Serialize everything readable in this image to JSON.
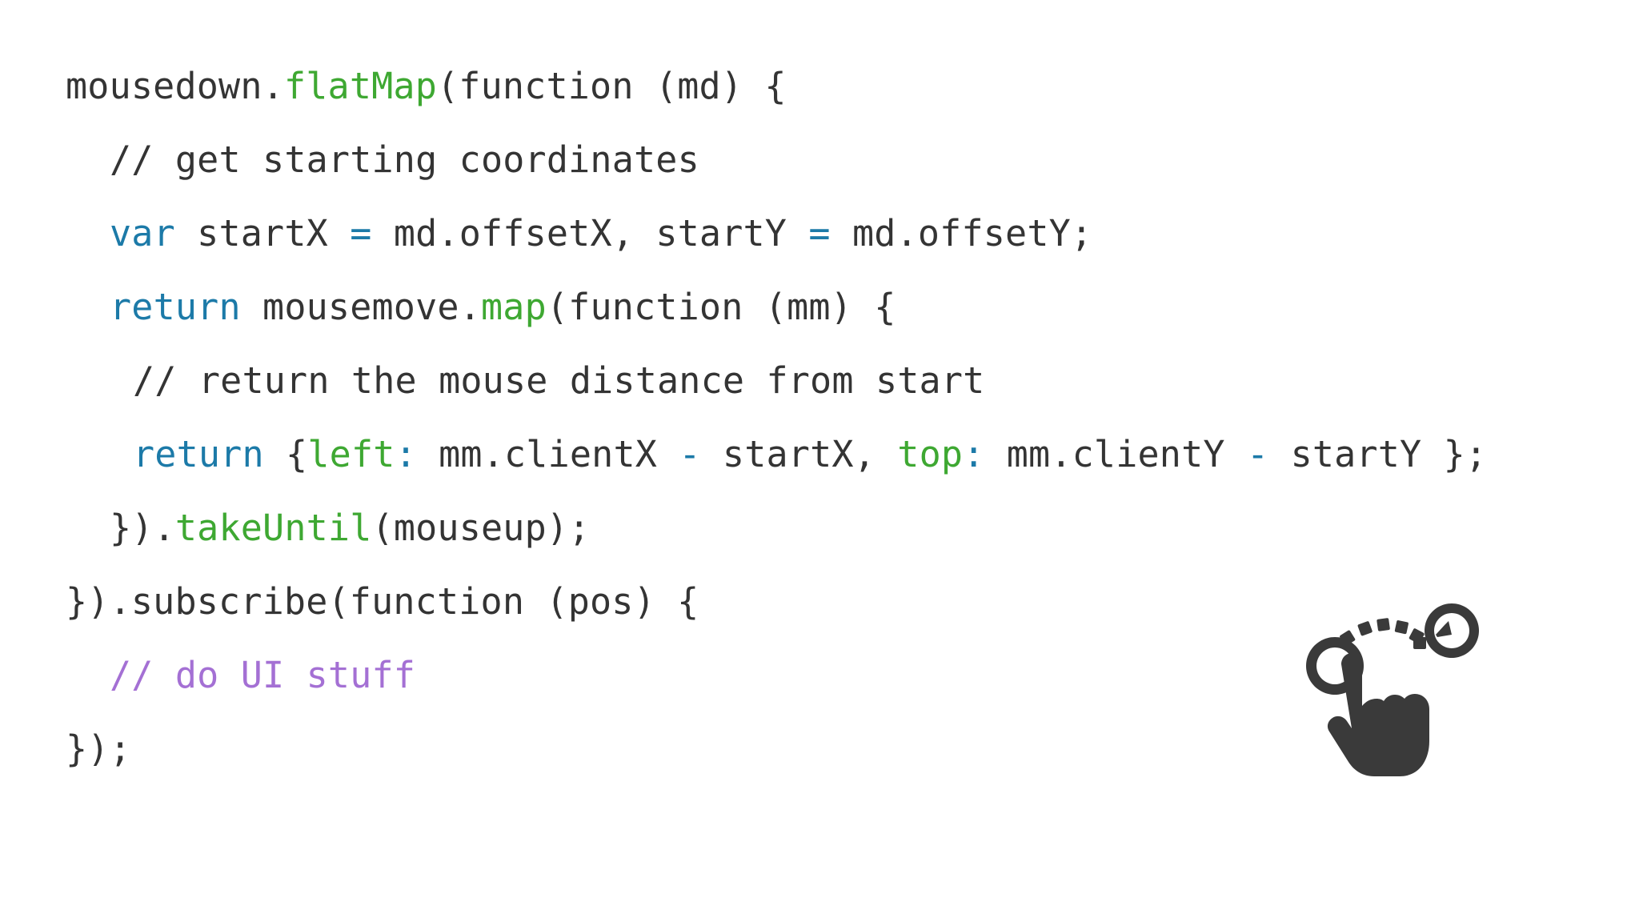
{
  "slide": {
    "background_color": "#ffffff",
    "code_language": "javascript"
  },
  "theme": {
    "plain": "#343434",
    "keyword": "#1c7aa8",
    "method": "#3ea832",
    "property": "#3ea832",
    "operator": "#1c7aa8",
    "comment": "#343434",
    "comment_accent": "#a470d4"
  },
  "code": {
    "lines": [
      {
        "indent": 0,
        "tokens": [
          {
            "text": "mousedown.",
            "kind": "plain"
          },
          {
            "text": "flatMap",
            "kind": "method"
          },
          {
            "text": "(function (md) {",
            "kind": "plain"
          }
        ]
      },
      {
        "indent": 1,
        "tokens": [
          {
            "text": "// get starting coordinates",
            "kind": "comment"
          }
        ]
      },
      {
        "indent": 1,
        "tokens": [
          {
            "text": "var",
            "kind": "keyword"
          },
          {
            "text": " startX ",
            "kind": "plain"
          },
          {
            "text": "=",
            "kind": "operator"
          },
          {
            "text": " md.offsetX, startY ",
            "kind": "plain"
          },
          {
            "text": "=",
            "kind": "operator"
          },
          {
            "text": " md.offsetY;",
            "kind": "plain"
          }
        ]
      },
      {
        "indent": 1,
        "tokens": [
          {
            "text": "return",
            "kind": "keyword"
          },
          {
            "text": " mousemove.",
            "kind": "plain"
          },
          {
            "text": "map",
            "kind": "method"
          },
          {
            "text": "(function (mm) {",
            "kind": "plain"
          }
        ]
      },
      {
        "indent": 2,
        "tokens": [
          {
            "text": "// return the mouse distance from start",
            "kind": "comment"
          }
        ]
      },
      {
        "indent": 2,
        "tokens": [
          {
            "text": "return",
            "kind": "keyword"
          },
          {
            "text": " {",
            "kind": "plain"
          },
          {
            "text": "left",
            "kind": "property"
          },
          {
            "text": ":",
            "kind": "operator"
          },
          {
            "text": " mm.clientX ",
            "kind": "plain"
          },
          {
            "text": "-",
            "kind": "operator"
          },
          {
            "text": " startX, ",
            "kind": "plain"
          },
          {
            "text": "top",
            "kind": "property"
          },
          {
            "text": ":",
            "kind": "operator"
          },
          {
            "text": " mm.clientY ",
            "kind": "plain"
          },
          {
            "text": "-",
            "kind": "operator"
          },
          {
            "text": " startY };",
            "kind": "plain"
          }
        ]
      },
      {
        "indent": 1,
        "tokens": [
          {
            "text": "}).",
            "kind": "plain"
          },
          {
            "text": "takeUntil",
            "kind": "method"
          },
          {
            "text": "(mouseup);",
            "kind": "plain"
          }
        ]
      },
      {
        "indent": 0,
        "tokens": [
          {
            "text": "}).subscribe(function (pos) {",
            "kind": "plain"
          }
        ]
      },
      {
        "indent": 1,
        "tokens": [
          {
            "text": "// do UI stuff",
            "kind": "comment-accent"
          }
        ]
      },
      {
        "indent": 0,
        "tokens": [
          {
            "text": "});",
            "kind": "plain"
          }
        ]
      }
    ],
    "plain_text": "mousedown.flatMap(function (md) {\n  // get starting coordinates\n  var startX = md.offsetX, startY = md.offsetY;\n  return mousemove.map(function (mm) {\n    // return the mouse distance from start\n    return {left: mm.clientX - startX, top: mm.clientY - startY };\n  }).takeUntil(mouseup);\n}).subscribe(function (pos) {\n  // do UI stuff\n});"
  },
  "gesture": {
    "icon_name": "drag-gesture-icon",
    "color": "#3a3a3a",
    "description": "hand pointing finger dragging along dotted arc to target circle"
  }
}
